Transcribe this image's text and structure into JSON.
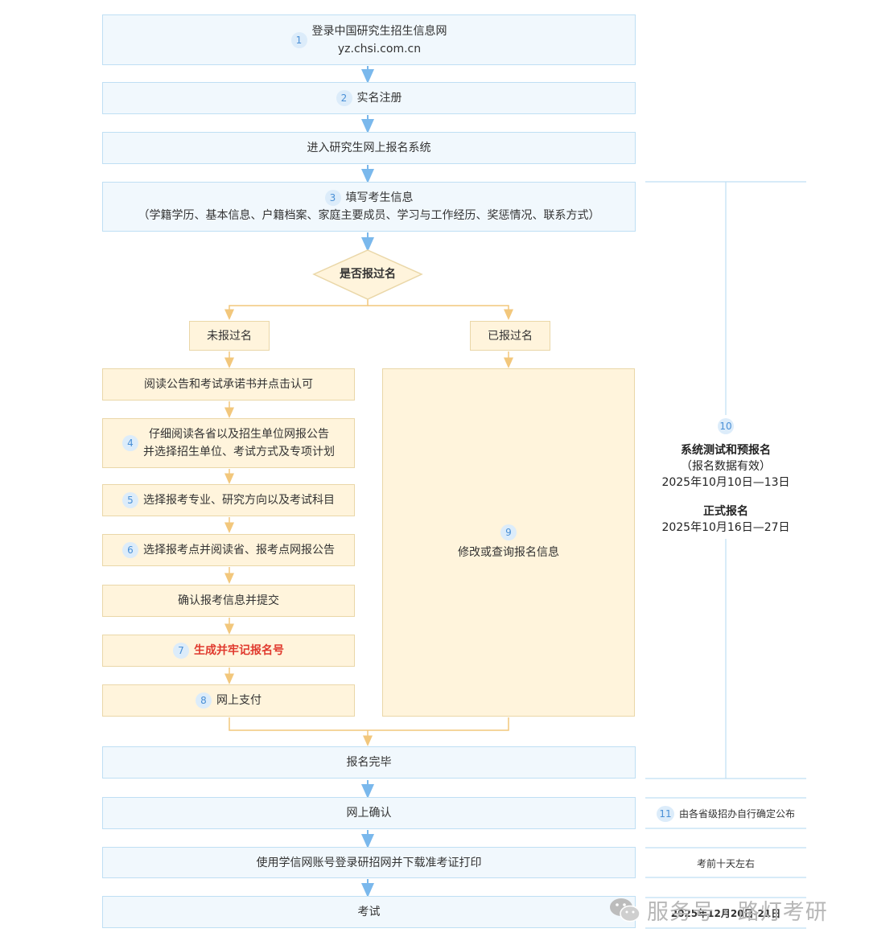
{
  "steps": {
    "s1_num": "1",
    "s1_line1": "登录中国研究生招生信息网",
    "s1_line2": "yz.chsi.com.cn",
    "s2_num": "2",
    "s2": "实名注册",
    "s_enter": "进入研究生网上报名系统",
    "s3_num": "3",
    "s3_line1": "填写考生信息",
    "s3_line2": "（学籍学历、基本信息、户籍档案、家庭主要成员、学习与工作经历、奖惩情况、联系方式）",
    "decision": "是否报过名",
    "not_registered": "未报过名",
    "registered": "已报过名",
    "read_notice": "阅读公告和考试承诺书并点击认可",
    "s4_num": "4",
    "s4_line1": "仔细阅读各省以及招生单位网报公告",
    "s4_line2": "并选择招生单位、考试方式及专项计划",
    "s5_num": "5",
    "s5": "选择报考专业、研究方向以及考试科目",
    "s6_num": "6",
    "s6": "选择报考点并阅读省、报考点网报公告",
    "confirm_submit": "确认报考信息并提交",
    "s7_num": "7",
    "s7": "生成并牢记报名号",
    "s8_num": "8",
    "s8": "网上支付",
    "s9_num": "9",
    "s9": "修改或查询报名信息",
    "done": "报名完毕",
    "online_confirm": "网上确认",
    "print_ticket": "使用学信网账号登录研招网并下载准考证打印",
    "exam": "考试"
  },
  "side": {
    "s10_num": "10",
    "pre_title": "系统测试和预报名",
    "pre_note": "（报名数据有效）",
    "pre_date": "2025年10月10日—13日",
    "formal_title": "正式报名",
    "formal_date": "2025年10月16日—27日",
    "s11_num": "11",
    "s11": "由各省级招办自行确定公布",
    "print_time": "考前十天左右",
    "exam_date": "2025年12月20日-21日"
  },
  "watermark": {
    "text": "服务号 · 路灯考研",
    "icon": "wechat-icon"
  },
  "colors": {
    "blue_fill": "#f1f8fd",
    "tan_fill": "#fff4dc",
    "blue_arrow": "#7ab8ec",
    "tan_arrow": "#f2c77c",
    "highlight": "#e0392d"
  }
}
